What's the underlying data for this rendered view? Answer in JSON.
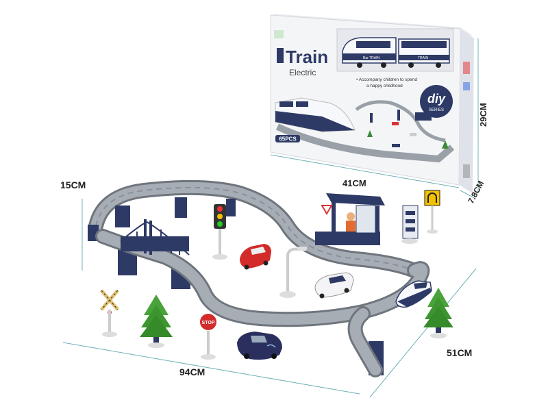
{
  "box": {
    "title": "Train",
    "subtitle": "Electric",
    "tagline_1": "• Accompany children to spend",
    "tagline_2": "a happy childhood",
    "badge_main": "diy",
    "badge_sub": "SERIES",
    "pieces": "65PCS",
    "train_label_1": "Bar TRAIN",
    "train_label_2": "TRAIN"
  },
  "dimensions": {
    "box_width": "41CM",
    "box_height": "29CM",
    "box_depth": "7.8CM",
    "track_height": "15CM",
    "track_length": "94CM",
    "track_depth": "51CM"
  },
  "signs": {
    "stop": "STOP"
  },
  "colors": {
    "track": "#9aa0a8",
    "track_dark": "#6f757d",
    "navy": "#2e3a66",
    "box_bg": "#f4f5f7",
    "dimension_line": "#6fb0b8"
  }
}
